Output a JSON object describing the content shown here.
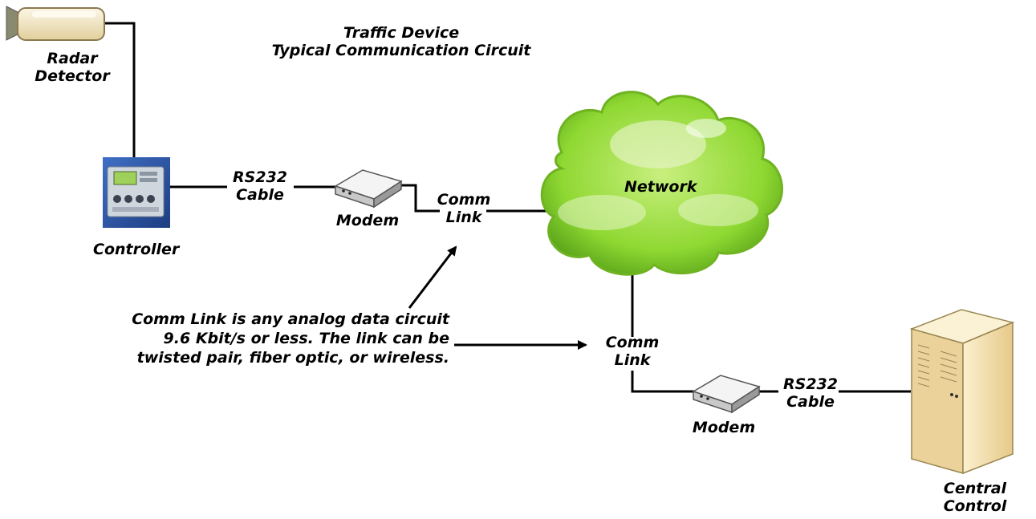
{
  "title": {
    "line1": "Traffic Device",
    "line2": "Typical Communication Circuit"
  },
  "top_right_fragment": "",
  "nodes": {
    "radar": {
      "line1": "Radar",
      "line2": "Detector",
      "icon": "radar-detector-icon"
    },
    "controller": {
      "label": "Controller",
      "icon": "traffic-controller-icon"
    },
    "modem_left": {
      "label": "Modem",
      "icon": "modem-icon"
    },
    "modem_right": {
      "label": "Modem",
      "icon": "modem-icon"
    },
    "network": {
      "label": "Network",
      "icon": "cloud-icon"
    },
    "central": {
      "line1": "Central",
      "line2": "Control",
      "icon": "server-icon"
    }
  },
  "links": {
    "rs232_left": {
      "line1": "RS232",
      "line2": "Cable"
    },
    "rs232_right": {
      "line1": "RS232",
      "line2": "Cable"
    },
    "comm_upper": {
      "line1": "Comm",
      "line2": "Link"
    },
    "comm_lower": {
      "line1": "Comm",
      "line2": "Link"
    }
  },
  "note": {
    "line1": "Comm Link is any analog data circuit",
    "line2": "9.6 Kbit/s or less. The link can be",
    "line3": "twisted pair, fiber optic, or wireless."
  },
  "colors": {
    "cloud_fill": "#9be23c",
    "cloud_dark": "#5aa51a",
    "cloud_light": "#e9f6cf",
    "line": "#000000",
    "controller_bg": "#2f57a8",
    "server_body": "#f1dca8"
  }
}
